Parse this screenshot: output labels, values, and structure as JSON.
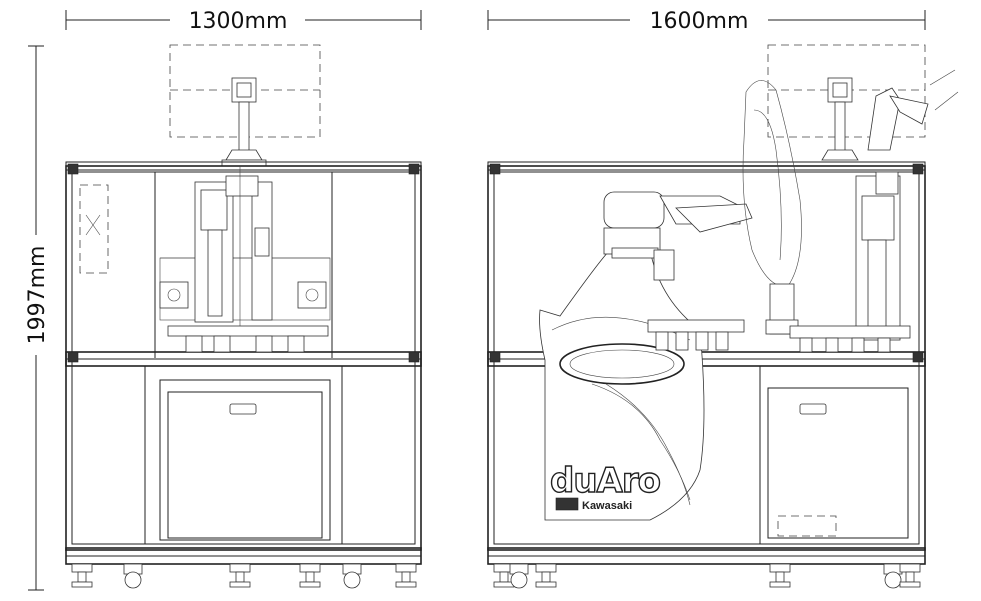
{
  "dimensions": {
    "front_width": "1300mm",
    "side_width": "1600mm",
    "height": "1997mm"
  },
  "brand": {
    "product_name": "duAro",
    "manufacturer": "Kawasaki"
  }
}
